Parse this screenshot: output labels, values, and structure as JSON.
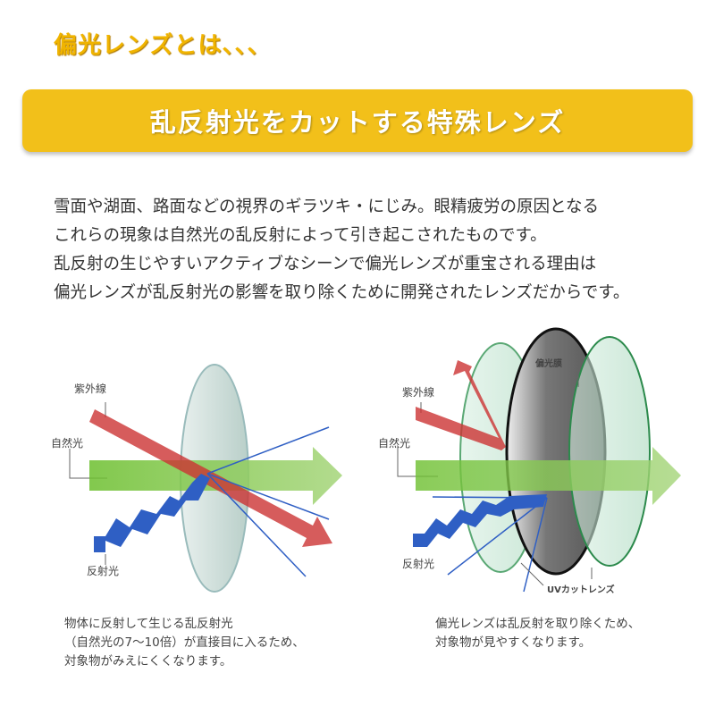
{
  "title": "偏光レンズとは、、、",
  "banner": "乱反射光をカットする特殊レンズ",
  "paragraph": [
    "雪面や湖面、路面などの視界のギラツキ・にじみ。眼精疲労の原因となる",
    "これらの現象は自然光の乱反射によって引き起こされたものです。",
    "乱反射の生じやすいアクティブなシーンで偏光レンズが重宝される理由は",
    "偏光レンズが乱反射光の影響を取り除くために開発されたレンズだからです。"
  ],
  "left_diagram": {
    "labels": {
      "uv": "紫外線",
      "natural": "自然光",
      "reflected": "反射光"
    },
    "caption": [
      "物体に反射して生じる乱反射光",
      "（自然光の7～10倍）が直接目に入るため、",
      "対象物がみえにくくなります。"
    ]
  },
  "right_diagram": {
    "labels": {
      "uv": "紫外線",
      "natural": "自然光",
      "reflected": "反射光",
      "film": "偏光膜",
      "uvcut": "UVカットレンズ"
    },
    "caption": [
      "偏光レンズは乱反射を取り除くため、",
      "対象物が見やすくなります。"
    ]
  },
  "colors": {
    "accent": "#f2c01a",
    "green": "#7cc242",
    "red": "#cc3333",
    "blue": "#2f5fc4"
  }
}
